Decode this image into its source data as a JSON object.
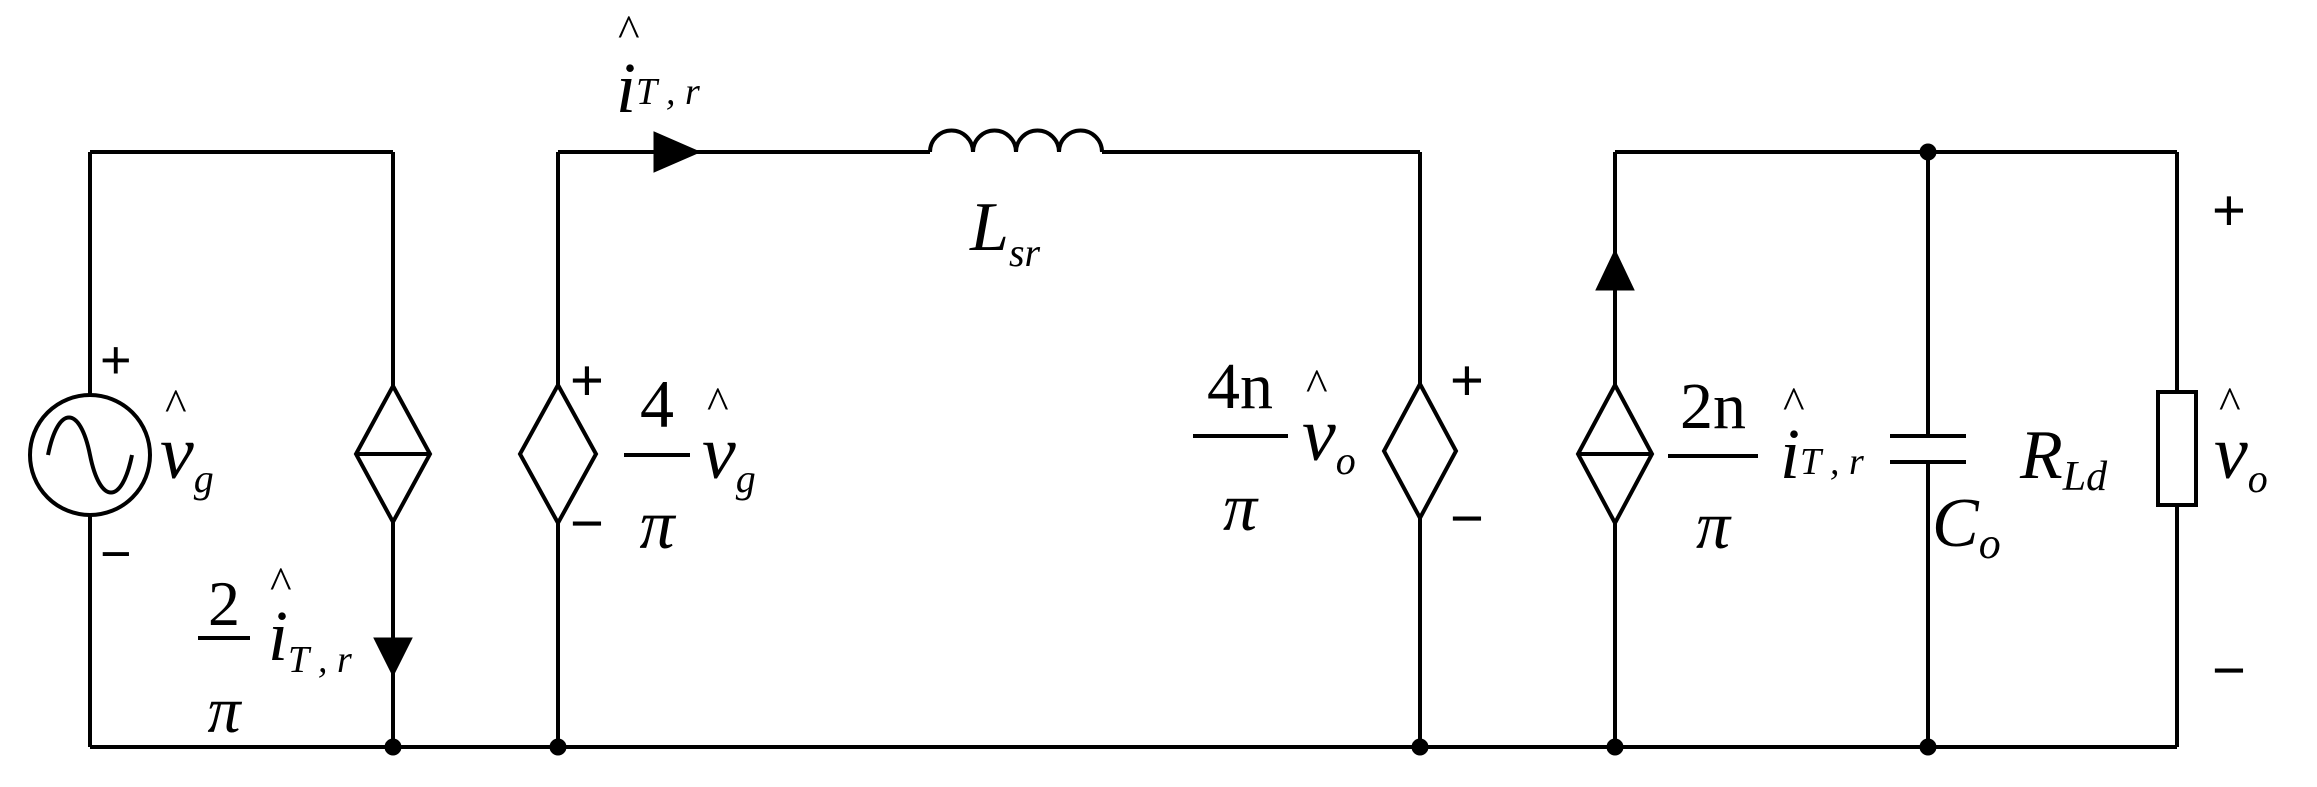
{
  "circuit": {
    "source": {
      "plus": "+",
      "minus": "−",
      "hat": "^",
      "var": "v",
      "sub": "g"
    },
    "primary_current_source": {
      "numerator": "2",
      "denominator": "π",
      "hat": "^",
      "var": "i",
      "sub": "T , r"
    },
    "resonant_current": {
      "hat": "^",
      "var": "i",
      "sub": "T , r"
    },
    "inductor": {
      "var": "L",
      "sub": "sr"
    },
    "primary_voltage_source": {
      "plus": "+",
      "minus": "−",
      "numerator": "4",
      "denominator": "π",
      "hat": "^",
      "var": "v",
      "sub": "g"
    },
    "reflected_voltage_source": {
      "plus": "+",
      "minus": "−",
      "numerator": "4n",
      "denominator": "π",
      "hat": "^",
      "var": "v",
      "sub": "o"
    },
    "secondary_current_source": {
      "numerator": "2n",
      "denominator": "π",
      "hat": "^",
      "var": "i",
      "sub": "T , r"
    },
    "capacitor": {
      "var": "C",
      "sub": "o"
    },
    "load": {
      "var": "R",
      "sub": "Ld"
    },
    "output": {
      "plus": "+",
      "minus": "−",
      "hat": "^",
      "var": "v",
      "sub": "o"
    }
  }
}
